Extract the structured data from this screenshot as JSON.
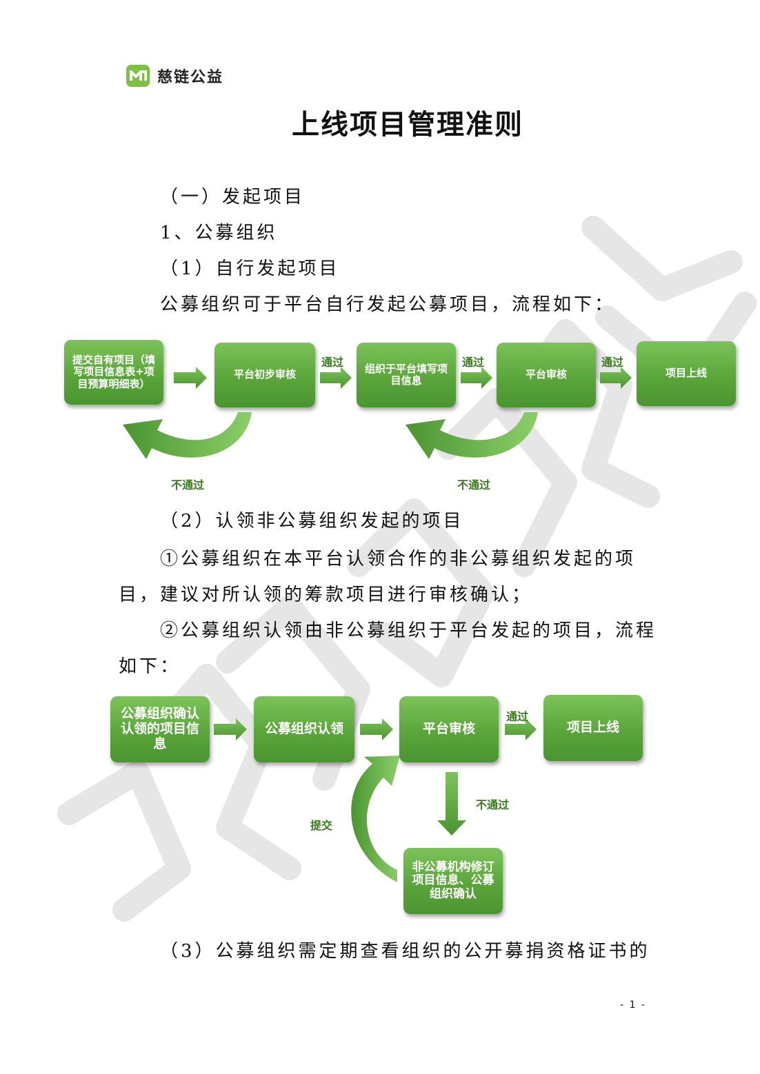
{
  "header": {
    "logo_text": "慈链公益"
  },
  "document": {
    "title": "上线项目管理准则",
    "section_heading": "（一）发起项目",
    "sub_heading": "1、公募组织",
    "item_1_heading": "（1）自行发起项目",
    "item_1_intro": "公募组织可于平台自行发起公募项目，流程如下：",
    "item_2_heading": "（2）认领非公募组织发起的项目",
    "item_2_p1_line1": "①公募组织在本平台认领合作的非公募组织发起的项",
    "item_2_p1_line2": "目，建议对所认领的筹款项目进行审核确认；",
    "item_2_p2_line1": "②公募组织认领由非公募组织于平台发起的项目，流程",
    "item_2_p2_line2": "如下：",
    "item_3_line": "（3）公募组织需定期查看组织的公开募捐资格证书的"
  },
  "flow1": {
    "steps": [
      "提交自有项目（填写项目信息表+项目预算明细表）",
      "平台初步审核",
      "组织于平台填写项目信息",
      "平台审核",
      "项目上线"
    ],
    "pass_label": "通过",
    "fail_label": "不通过"
  },
  "flow2": {
    "steps": [
      "公募组织确认认领的项目信息",
      "公募组织认领",
      "平台审核",
      "项目上线",
      "非公募机构修订项目信息、公募组织确认"
    ],
    "pass_label": "通过",
    "fail_label": "不通过",
    "submit_label": "提交"
  },
  "watermark_text": "慈链公益",
  "page_number": "- 1 -",
  "colors": {
    "box_green": "#5aa63a",
    "label_green": "#3a7a1f",
    "watermark": "#e4e4e4"
  }
}
